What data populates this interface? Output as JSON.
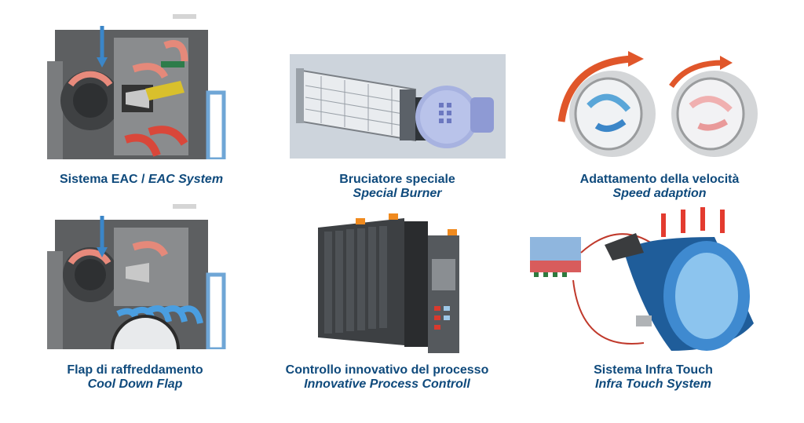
{
  "colors": {
    "caption": "#0f4a7c",
    "machine_gray": "#5f6163",
    "arrow_red": "#d9473a",
    "arrow_blue": "#2d7fc4",
    "panel_bg": "#cfd6de"
  },
  "items": [
    {
      "icon": "eac-system-illustration",
      "line1": "Sistema EAC / ",
      "line1_italic": "EAC System",
      "line2": ""
    },
    {
      "icon": "special-burner-illustration",
      "line1": "Bruciatore speciale",
      "line1_italic": "",
      "line2": "Special Burner"
    },
    {
      "icon": "speed-adaption-illustration",
      "line1": "Adattamento della velocità",
      "line1_italic": "",
      "line2": "Speed adaption"
    },
    {
      "icon": "cool-down-flap-illustration",
      "line1": "Flap di raffreddamento",
      "line1_italic": "",
      "line2": "Cool Down Flap"
    },
    {
      "icon": "process-control-illustration",
      "line1": "Controllo innovativo del processo",
      "line1_italic": "",
      "line2": "Innovative Process Controll"
    },
    {
      "icon": "infra-touch-illustration",
      "line1": "Sistema Infra Touch",
      "line1_italic": "",
      "line2": "Infra Touch System"
    }
  ]
}
